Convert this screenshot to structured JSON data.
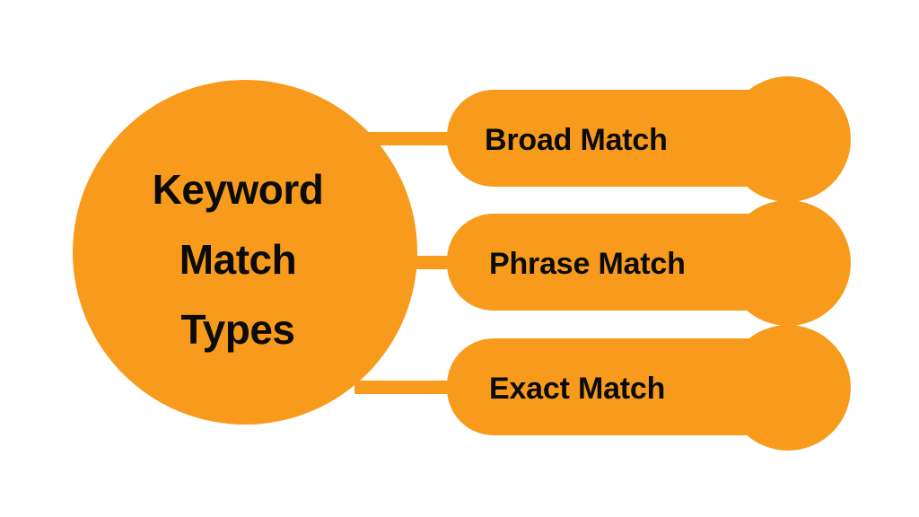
{
  "diagram": {
    "title": "Keyword Match Types",
    "type": "mind-map",
    "background_color": "#FFFFFF",
    "accent_color": "#F89B1C",
    "text_color": "#0B0B0B",
    "center_node": {
      "label": "Keyword Match Types",
      "lines": [
        "Keyword",
        "Match",
        "Types"
      ],
      "shape": "circle"
    },
    "branches": [
      {
        "id": "broad-match",
        "label": "Broad Match",
        "shape": "pill-with-end-circle",
        "connector": "horizontal-bar"
      },
      {
        "id": "phrase-match",
        "label": "Phrase Match",
        "shape": "pill-with-end-circle",
        "connector": "horizontal-bar"
      },
      {
        "id": "exact-match",
        "label": "Exact Match",
        "shape": "pill-with-end-circle",
        "connector": "horizontal-bar"
      }
    ]
  }
}
